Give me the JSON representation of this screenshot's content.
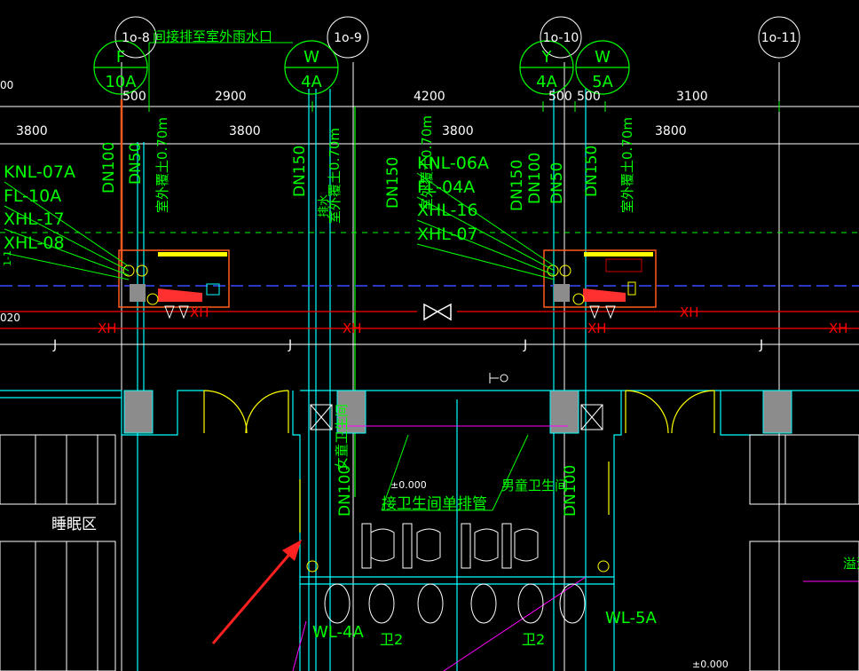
{
  "grid_bubbles": {
    "g1": "1o-8",
    "g2": "1o-9",
    "g3": "1o-10",
    "g4": "1o-11"
  },
  "riser_bubbles": {
    "F": {
      "top": "F",
      "bottom": "10A"
    },
    "W4": {
      "top": "W",
      "bottom": "4A"
    },
    "Y4": {
      "top": "Y",
      "bottom": "4A"
    },
    "W5": {
      "top": "W",
      "bottom": "5A"
    }
  },
  "notes": {
    "drain_to_rainwater": "间接排至室外雨水口",
    "outdoor_level": "室外覆土0.70m",
    "sleep_area": "睡眠区",
    "boys_wc": "男童卫生间",
    "girls_wc": "女童卫生间",
    "connect_wc_pipe": "接卫生间单排管",
    "toilet_1": "卫2",
    "toilet_2": "卫2",
    "drain_left": "排水",
    "misc_left": "1-1",
    "right_edge": "溢流"
  },
  "dims_top": [
    "500",
    "2900",
    "4200",
    "500",
    "500",
    "3100"
  ],
  "dims_second": [
    "3800",
    "3800",
    "3800",
    "3800"
  ],
  "left_edge_text": [
    "00",
    "020"
  ],
  "pipe_sizes": {
    "dn100": "DN100",
    "dn50": "DN50",
    "dn150a": "DN150",
    "dn150b": "DN150",
    "dn150c": "DN150",
    "dn100b": "DN100",
    "dn50b": "DN50",
    "dn150d": "DN150",
    "dn100v1": "DN100",
    "dn100v2": "DN100"
  },
  "labels_left": [
    "KNL-07A",
    "FL-10A",
    "XHL-17",
    "XHL-08"
  ],
  "labels_mid": [
    "KNL-06A",
    "FL-04A",
    "XHL-16",
    "XHL-07"
  ],
  "line_codes": {
    "xh": "XH",
    "j": "J"
  },
  "wl_labels": {
    "left": "WL-4A",
    "right": "WL-5A"
  },
  "level": "±0.000",
  "colors": {
    "background": "#000000",
    "grid": "#ffffff",
    "green": "#00ff00",
    "red": "#ff0000",
    "yellow": "#ffff00",
    "cyan": "#00ffff",
    "magenta": "#ff00ff",
    "blue": "#0000ff",
    "orange": "#ff5a1e",
    "gray": "#8c8c8c"
  }
}
